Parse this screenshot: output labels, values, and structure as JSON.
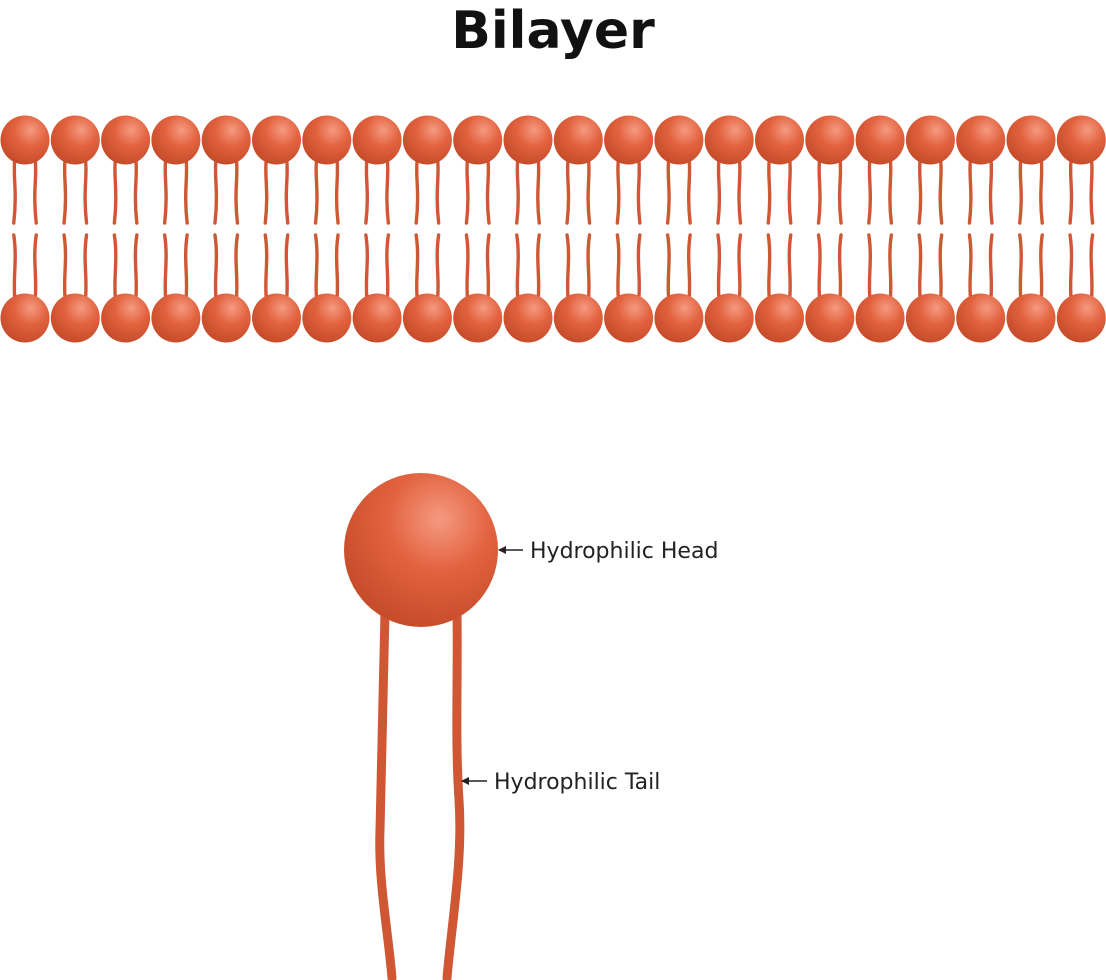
{
  "title": "Bilayer",
  "colors": {
    "head_light": "#f59a80",
    "head_mid": "#e2623f",
    "head_dark": "#c44a28",
    "tail": "#cf5733",
    "arrow": "#222222",
    "background": "#ffffff"
  },
  "bilayer": {
    "molecule_count": 22
  },
  "labels": {
    "head": "Hydrophilic Head",
    "tail": "Hydrophilic Tail"
  }
}
